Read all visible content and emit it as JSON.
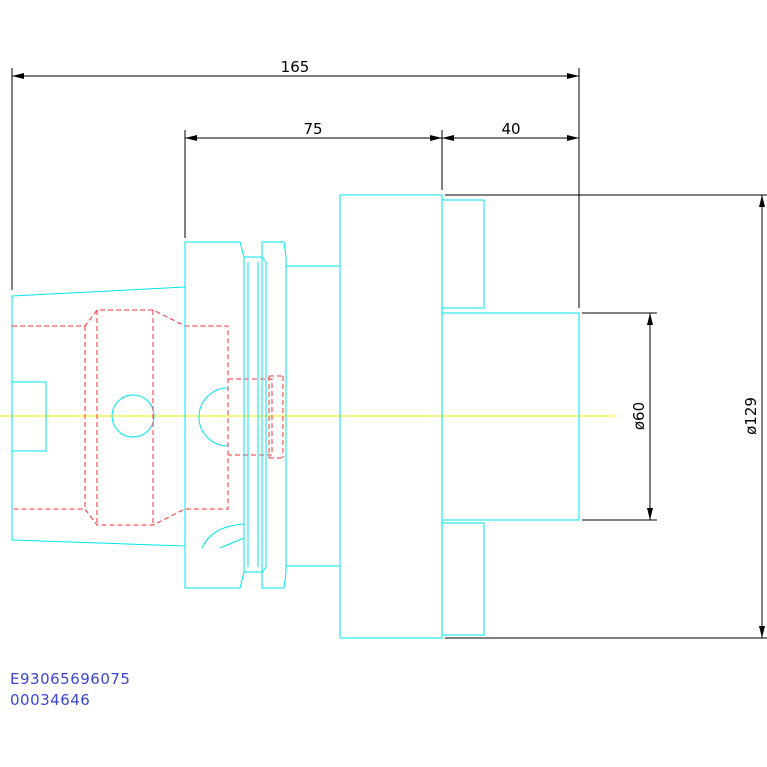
{
  "drawing": {
    "dimensions": {
      "overall_length": "165",
      "flange_to_face": "75",
      "face_to_end": "40",
      "small_diameter": "ø60",
      "large_diameter": "ø129"
    },
    "codes": {
      "line1": "E93065696075",
      "line2": "00034646"
    },
    "colors": {
      "outline": "#00e5ee",
      "hidden": "#ff3030",
      "centerline": "#f0f000",
      "dimension": "#000000",
      "code_text": "#3a46d6"
    }
  }
}
